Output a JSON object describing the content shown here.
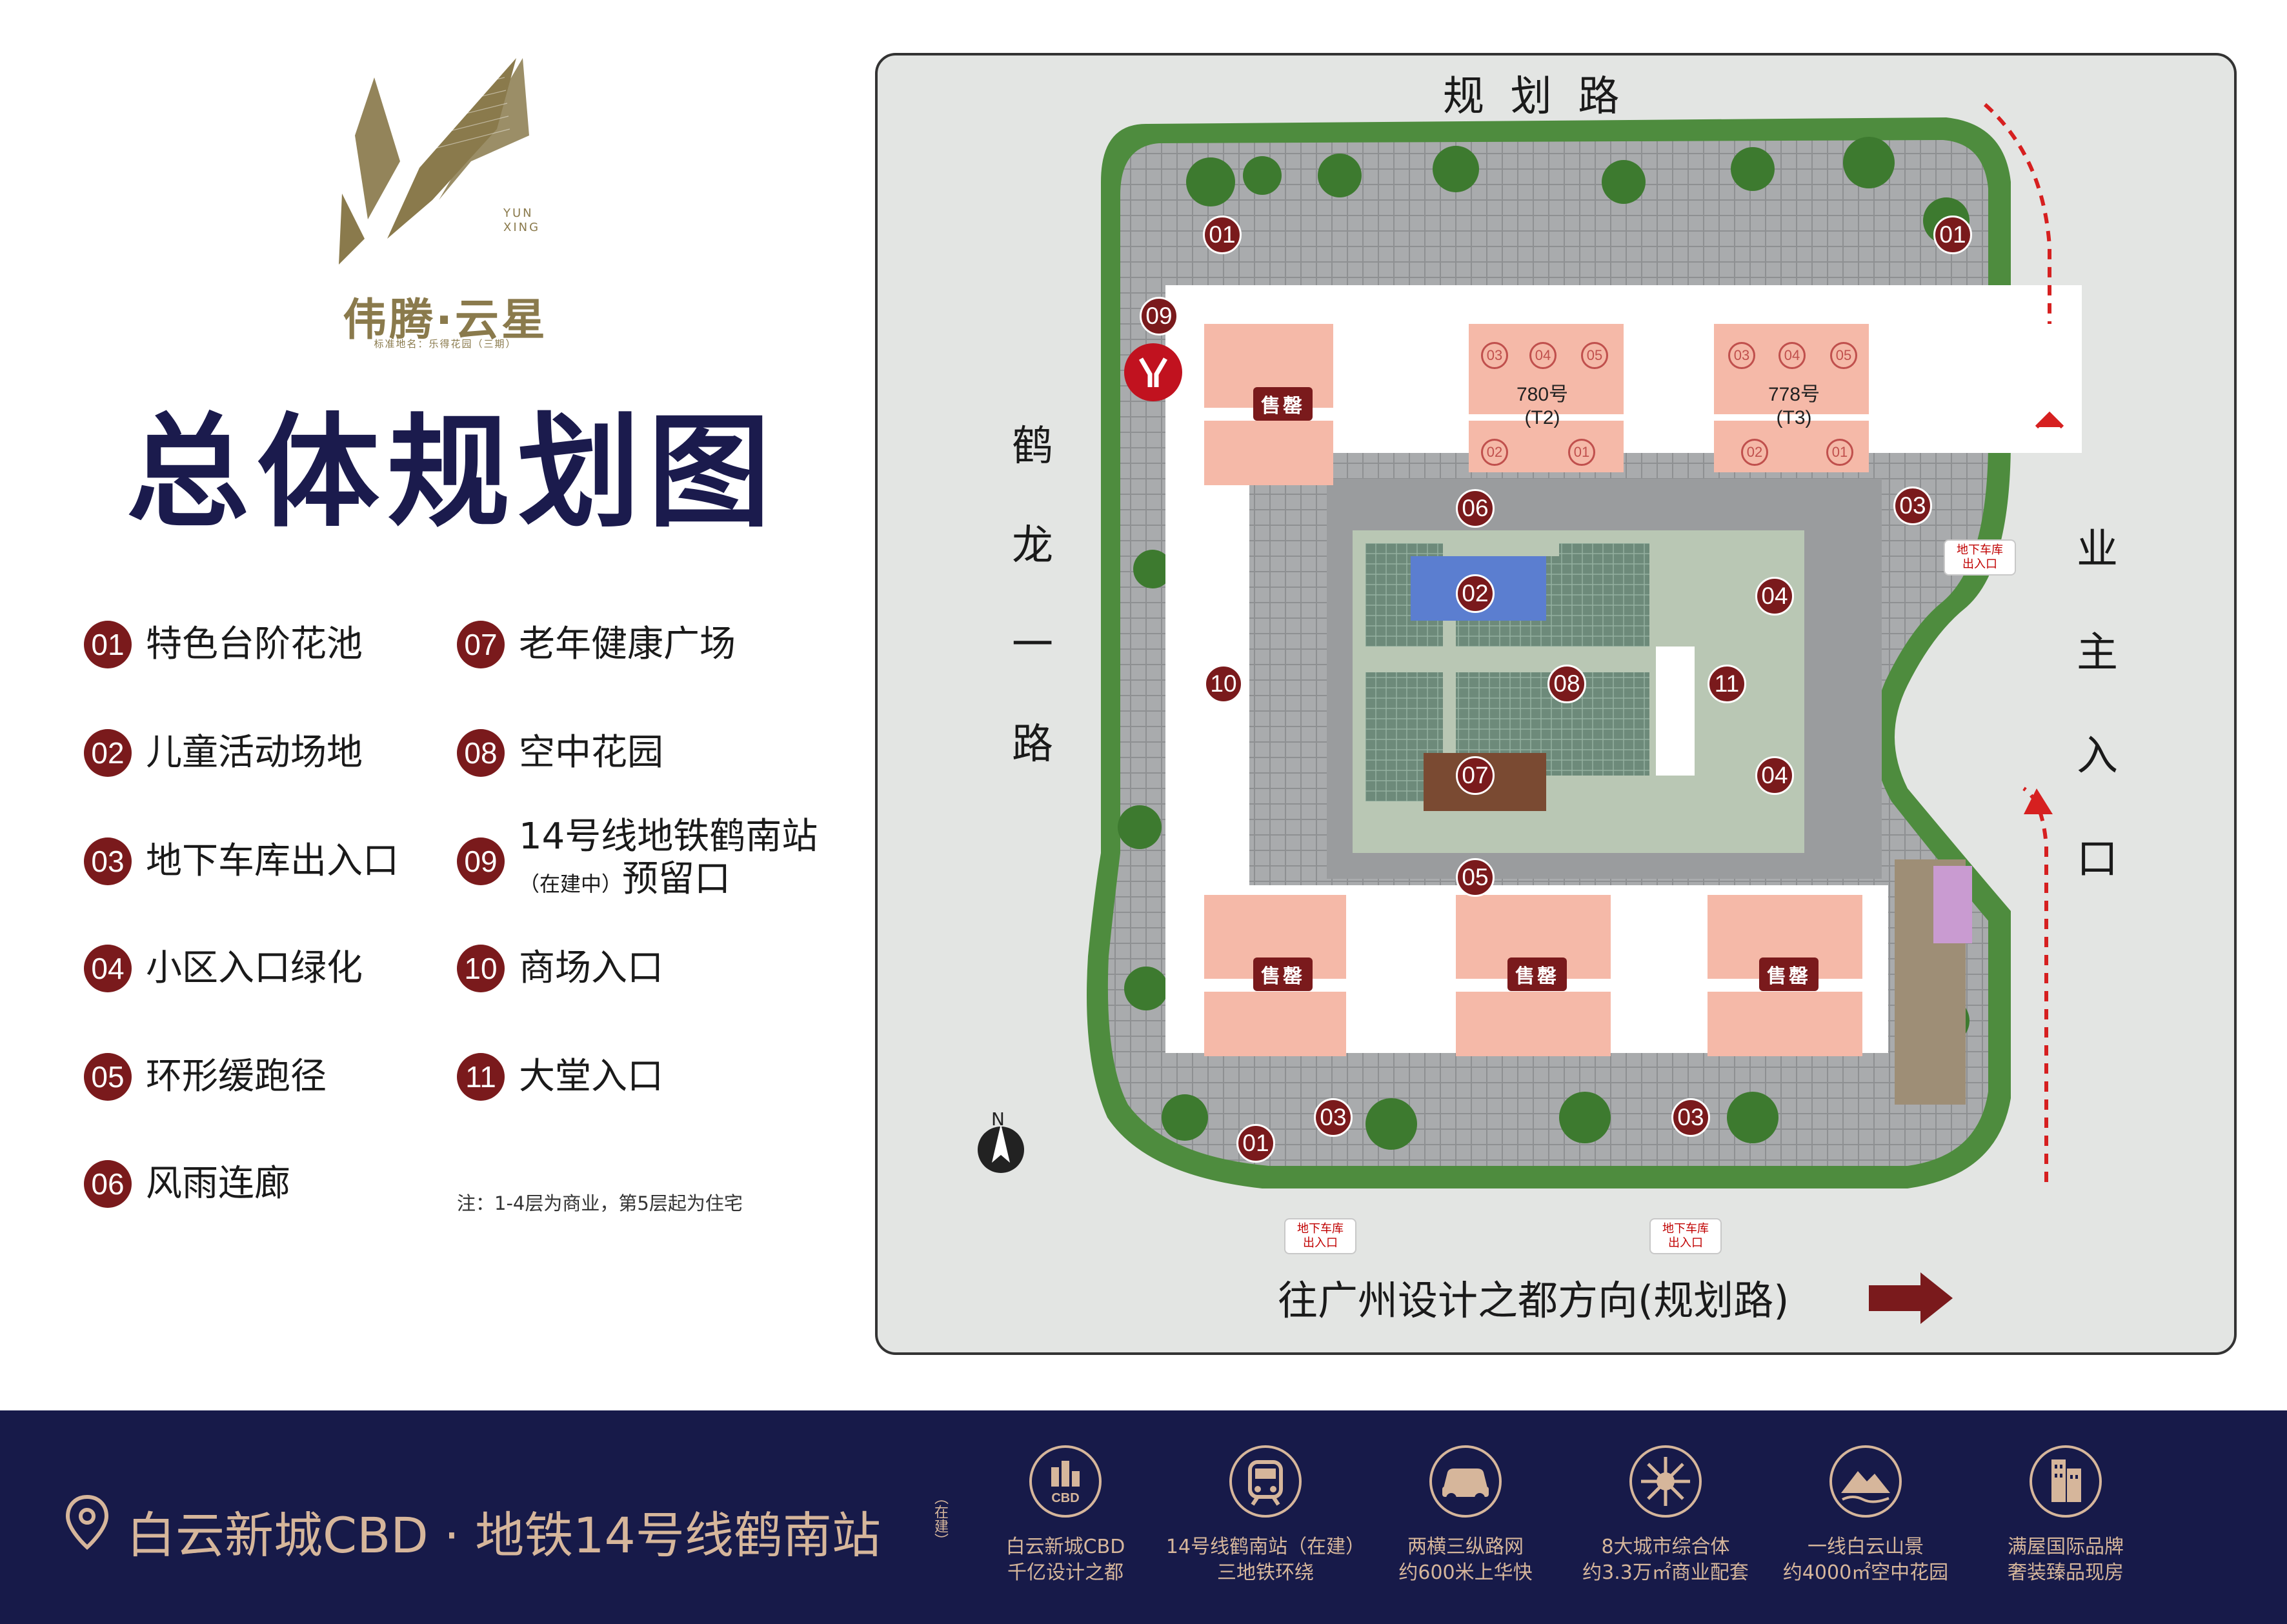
{
  "brand": {
    "name": "伟腾·云星",
    "logo_text_line1": "YUN",
    "logo_text_line2": "XING",
    "subtitle": "标准地名：乐得花园（三期）",
    "color": "#8a7a4c"
  },
  "title": "总体规划图",
  "legend": [
    {
      "num": "01",
      "label": "特色台阶花池"
    },
    {
      "num": "02",
      "label": "儿童活动场地"
    },
    {
      "num": "03",
      "label": "地下车库出入口"
    },
    {
      "num": "04",
      "label": "小区入口绿化"
    },
    {
      "num": "05",
      "label": "环形缓跑径"
    },
    {
      "num": "06",
      "label": "风雨连廊"
    },
    {
      "num": "07",
      "label": "老年健康广场"
    },
    {
      "num": "08",
      "label": "空中花园"
    },
    {
      "num": "09",
      "label": "14号线地铁鹤南站",
      "sub": "（在建中）",
      "label2": "预留口"
    },
    {
      "num": "10",
      "label": "商场入口"
    },
    {
      "num": "11",
      "label": "大堂入口"
    }
  ],
  "note": "注：1-4层为商业，第5层起为住宅",
  "map": {
    "road_north": "规  划  路",
    "road_west": [
      "鹤",
      "龙",
      "一",
      "路"
    ],
    "entrance_east": [
      "业",
      "主",
      "入",
      "口"
    ],
    "road_south": "往广州设计之都方向(规划路)",
    "north_label": "N",
    "garage_label_1": "地下车库",
    "garage_label_2": "出入口",
    "sale_label": "售罄",
    "building_t2": "780号",
    "building_t2_sub": "(T2)",
    "building_t3": "778号",
    "building_t3_sub": "(T3)",
    "markers": [
      "01",
      "01",
      "09",
      "06",
      "03",
      "02",
      "04",
      "10",
      "08",
      "11",
      "07",
      "04",
      "05",
      "01",
      "03",
      "03"
    ],
    "units": [
      "03",
      "04",
      "05",
      "02",
      "01"
    ],
    "metro_icon": "metro-logo-icon",
    "accent": "#7a1a1c",
    "arrow_color": "#d62020"
  },
  "footer": {
    "location_icon": "location-pin-icon",
    "main": "白云新城CBD · 地铁14号线鹤南站",
    "main_small": "（在建）",
    "features": [
      {
        "icon": "cbd-icon",
        "line1": "白云新城CBD",
        "line2": "千亿设计之都"
      },
      {
        "icon": "train-icon",
        "line1": "14号线鹤南站（在建）",
        "line2": "三地铁环绕"
      },
      {
        "icon": "car-icon",
        "line1": "两横三纵路网",
        "line2": "约600米上华快"
      },
      {
        "icon": "mall-icon",
        "line1": "8大城市综合体",
        "line2": "约3.3万㎡商业配套"
      },
      {
        "icon": "mountain-icon",
        "line1": "一线白云山景",
        "line2": "约4000㎡空中花园"
      },
      {
        "icon": "building-icon",
        "line1": "满屋国际品牌",
        "line2": "奢装臻品现房"
      }
    ],
    "bg": "#171a49",
    "fg": "#d6b69b"
  }
}
